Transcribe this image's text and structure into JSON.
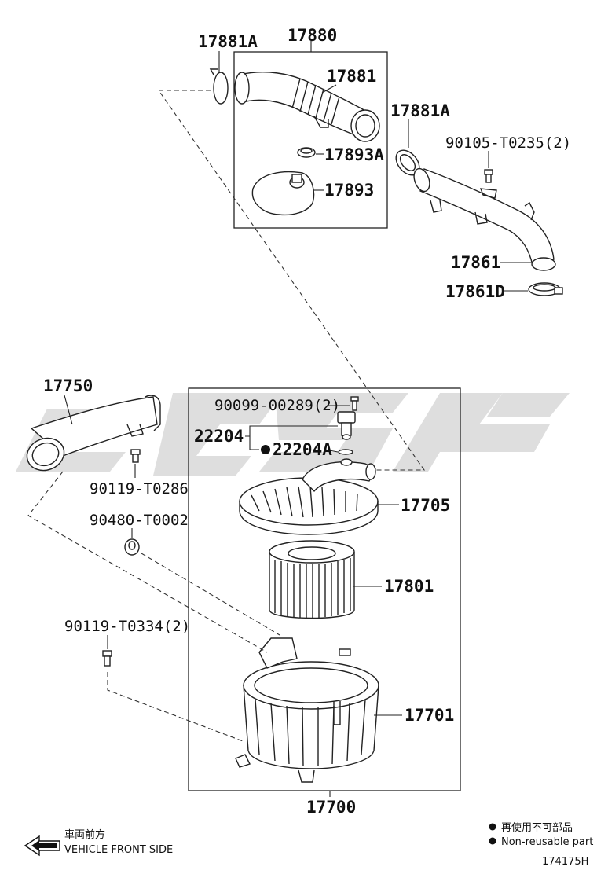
{
  "parts": {
    "p17880": "17880",
    "p17881A_top": "17881A",
    "p17881": "17881",
    "p17881A_right": "17881A",
    "p17893A": "17893A",
    "p17893": "17893",
    "p90105": "90105-T0235(2)",
    "p17861": "17861",
    "p17861D": "17861D",
    "p17750": "17750",
    "p90119a": "90119-T0286",
    "p90480": "90480-T0002",
    "p90119b": "90119-T0334(2)",
    "p90099": "90099-00289(2)",
    "p22204": "22204",
    "p22204A": "22204A",
    "p17705": "17705",
    "p17801": "17801",
    "p17701": "17701",
    "p17700": "17700"
  },
  "footer": {
    "front_jp": "車両前方",
    "front_en": "VEHICLE FRONT SIDE",
    "nonreusable_jp": "再使用不可部品",
    "nonreusable_en": "Non-reusable part",
    "diagram_id": "174175H"
  },
  "colors": {
    "line": "#222222",
    "watermark": "#d9d9d9"
  }
}
